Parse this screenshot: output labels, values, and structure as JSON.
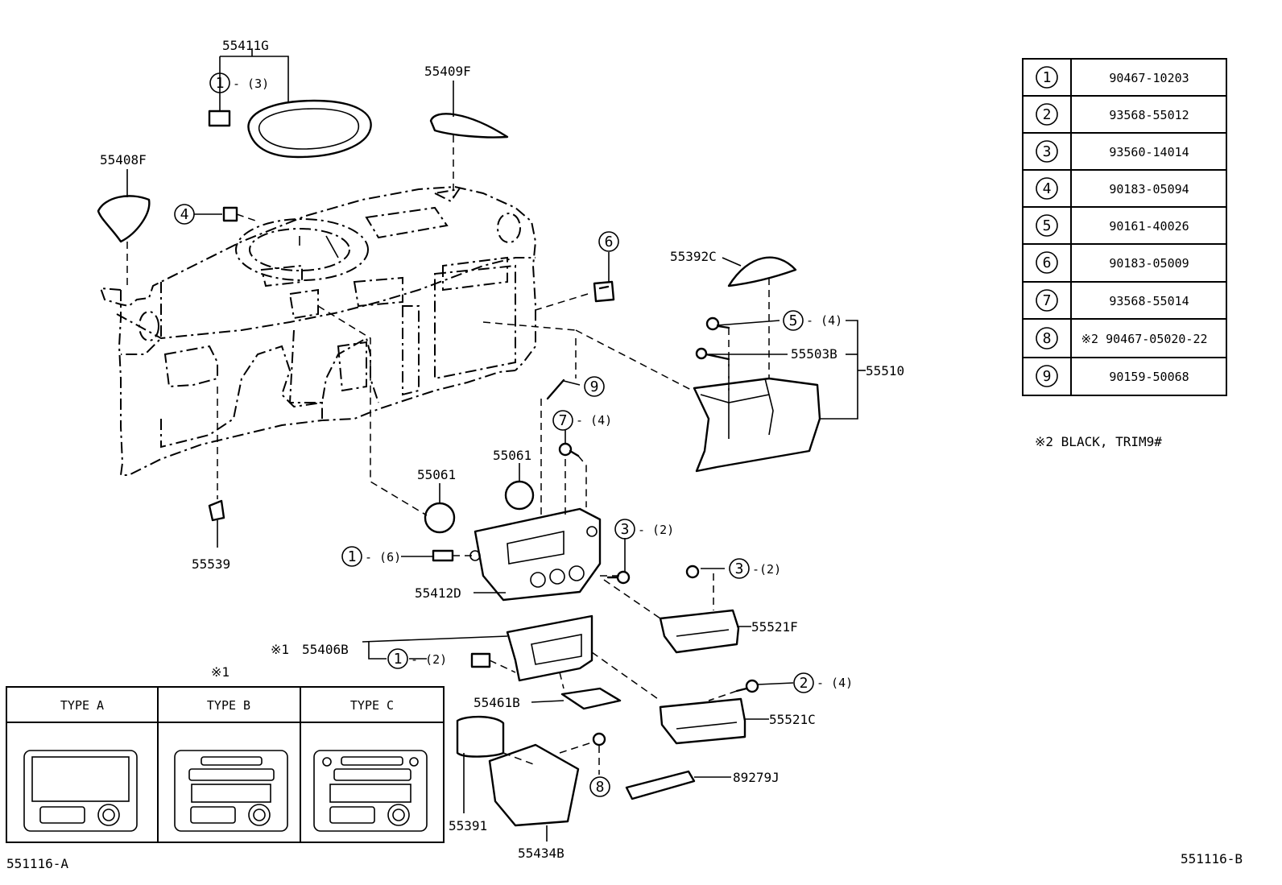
{
  "parts": {
    "p55411G": "55411G",
    "p55409F": "55409F",
    "p55408F": "55408F",
    "p55392C": "55392C",
    "p55503B": "55503B",
    "p55510": "55510",
    "p55061a": "55061",
    "p55061b": "55061",
    "p55539": "55539",
    "p55412D": "55412D",
    "p55406B": "55406B",
    "p55461B": "55461B",
    "p55521F": "55521F",
    "p55521C": "55521C",
    "p89279J": "89279J",
    "p55391": "55391",
    "p55434B": "55434B"
  },
  "callouts": {
    "c1_top": {
      "num": "1",
      "qty": "- (3)"
    },
    "c4": {
      "num": "4"
    },
    "c6": {
      "num": "6"
    },
    "c5": {
      "num": "5",
      "qty": "- (4)"
    },
    "c9": {
      "num": "9"
    },
    "c7": {
      "num": "7",
      "qty": "- (4)"
    },
    "c3_a": {
      "num": "3",
      "qty": "- (2)"
    },
    "c1_mid": {
      "num": "1",
      "qty": "- (6)"
    },
    "c3_b": {
      "num": "3",
      "qty": "-(2)"
    },
    "c1_low": {
      "num": "1",
      "qty": "- (2)"
    },
    "c2": {
      "num": "2",
      "qty": "- (4)"
    },
    "c8": {
      "num": "8"
    }
  },
  "note_marks": {
    "mark_55406B": "※1",
    "mark_types": "※1"
  },
  "fastener_table": [
    {
      "num": "1",
      "part": "90467-10203"
    },
    {
      "num": "2",
      "part": "93568-55012"
    },
    {
      "num": "3",
      "part": "93560-14014"
    },
    {
      "num": "4",
      "part": "90183-05094"
    },
    {
      "num": "5",
      "part": "90161-40026"
    },
    {
      "num": "6",
      "part": "90183-05009"
    },
    {
      "num": "7",
      "part": "93568-55014"
    },
    {
      "num": "8",
      "part": "※2 90467-05020-22"
    },
    {
      "num": "9",
      "part": "90159-50068"
    }
  ],
  "footnote": "※2  BLACK, TRIM9#",
  "type_table": {
    "headers": [
      "TYPE  A",
      "TYPE  B",
      "TYPE  C"
    ]
  },
  "figure_ids": {
    "left": "551116-A",
    "right": "551116-B"
  }
}
